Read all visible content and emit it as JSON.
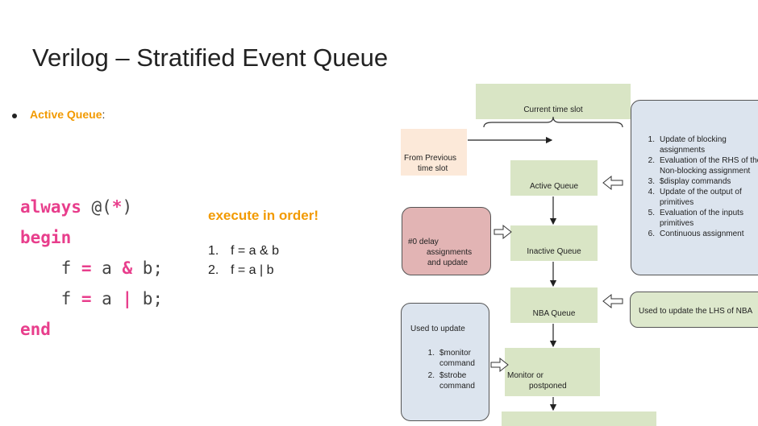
{
  "slide": {
    "title": "Verilog – Stratified Event Queue",
    "bullet_label": "Active Queue",
    "bullet_suffix": ":"
  },
  "code": {
    "line1_kw": "always",
    "line1_rest": " @(",
    "line1_star": "*",
    "line1_end": ")",
    "line2_kw": "begin",
    "line3_a": "    f ",
    "line3_eq": "=",
    "line3_b": " a ",
    "line3_op": "&",
    "line3_c": " b;",
    "line4_a": "    f ",
    "line4_eq": "=",
    "line4_b": " a ",
    "line4_op": "|",
    "line4_c": " b;",
    "line5_kw": "end"
  },
  "note": "execute in order!",
  "order": [
    {
      "num": "1.",
      "text": "f = a & b"
    },
    {
      "num": "2.",
      "text": "f = a | b"
    }
  ],
  "diagram": {
    "current_slot": "Current time slot",
    "from_previous_1": "From Previous",
    "from_previous_2": "time slot",
    "active_queue": "Active Queue",
    "inactive_queue": "Inactive Queue",
    "nba_queue": "NBA Queue",
    "monitor_1": "Monitor or",
    "monitor_2": "postponed",
    "delay_1": "#0 delay",
    "delay_2": "assignments",
    "delay_3": "and update",
    "nba_note": "Used to update the LHS of NBA",
    "active_list": [
      {
        "num": "1.",
        "text": "Update of blocking assignments"
      },
      {
        "num": "2.",
        "text": "Evaluation of the RHS of the Non-blocking assignment"
      },
      {
        "num": "3.",
        "text": "$display commands"
      },
      {
        "num": "4.",
        "text": "Update of the output of primitives"
      },
      {
        "num": "5.",
        "text": "Evaluation of the inputs primitives"
      },
      {
        "num": "6.",
        "text": "Continuous assignment"
      }
    ],
    "monitor_box_title": "Used to update",
    "monitor_list": [
      {
        "num": "1.",
        "text": "$monitor command"
      },
      {
        "num": "2.",
        "text": "$strobe command"
      }
    ]
  },
  "colors": {
    "accent_orange": "#f29a00",
    "keyword_pink": "#e83e8c",
    "queue_green": "#d9e5c5",
    "note_blue": "#dce4ee",
    "delay_red": "#e2b4b4",
    "previous_peach": "#fce9d9"
  }
}
